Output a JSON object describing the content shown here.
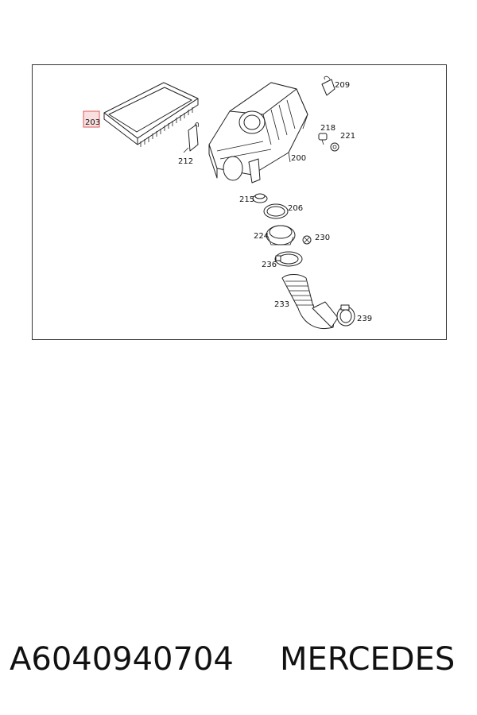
{
  "diagram": {
    "highlight_color": "#e05a5a",
    "callouts": {
      "c200": "200",
      "c203": "203",
      "c206": "206",
      "c209": "209",
      "c212": "212",
      "c215": "215",
      "c218": "218",
      "c221": "221",
      "c224": "224",
      "c230": "230",
      "c233": "233",
      "c236": "236",
      "c239": "239"
    }
  },
  "footer": {
    "part_number": "A6040940704",
    "brand": "MERCEDES"
  }
}
